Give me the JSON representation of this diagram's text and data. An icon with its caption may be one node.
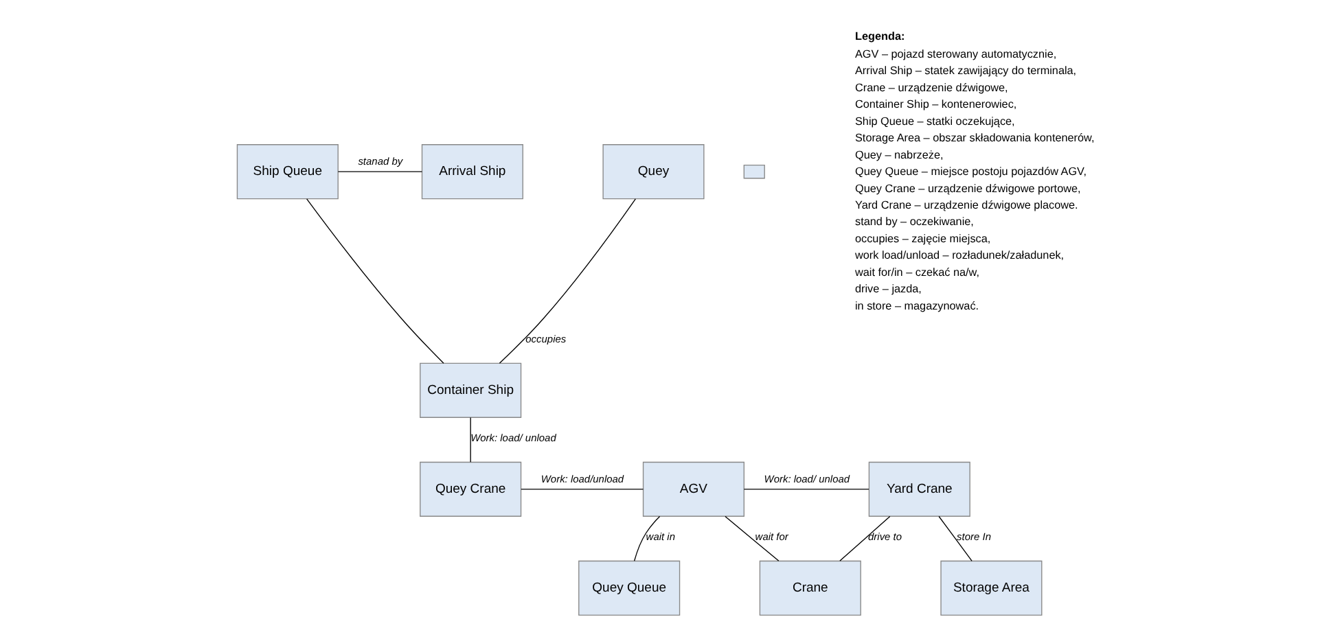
{
  "diagram": {
    "nodes": [
      {
        "text": [
          "Ship Queue"
        ]
      },
      {
        "text": [
          "Arrival Ship"
        ]
      },
      {
        "text": [
          "Quey"
        ]
      },
      {
        "text": [
          "Container Ship"
        ]
      },
      {
        "text": [
          "Quey Crane"
        ]
      },
      {
        "text": [
          "AGV"
        ]
      },
      {
        "text": [
          "Yard Crane"
        ]
      },
      {
        "text": [
          "Quey Queue"
        ]
      },
      {
        "text": [
          "Crane"
        ]
      },
      {
        "text": [
          "Storage Area"
        ]
      },
      {
        "text": [],
        "shape": "box"
      }
    ],
    "edges": [
      {
        "from": 1,
        "to": 0,
        "arrow": "none",
        "label": "stanad by"
      },
      {
        "from": 0,
        "to": 3,
        "arrow": "none"
      },
      {
        "from": 3,
        "to": 2,
        "arrow": "none",
        "label": "occupies"
      },
      {
        "from": 4,
        "to": 3,
        "arrow": "none",
        "label": "Work: load/ unload"
      },
      {
        "from": 4,
        "to": 5,
        "arrow": "none",
        "label": "Work: load/unload"
      },
      {
        "from": 6,
        "to": 5,
        "arrow": "none",
        "label": "Work: load/ unload"
      },
      {
        "from": 5,
        "to": 8,
        "arrow": "none",
        "label": "wait for"
      },
      {
        "from": 8,
        "to": 6,
        "arrow": "none",
        "label": "drive to"
      },
      {
        "from": 6,
        "to": 9,
        "arrow": "none",
        "label": "store In"
      },
      {
        "from": 5,
        "to": 7,
        "arrow": "none",
        "label": "wait in"
      }
    ],
    "labels": [
      "Legenda:",
      "AGV – pojazd sterowany automatycznie,",
      "Arrival Ship – statek zawijający do terminala,",
      "Crane – urządzenie dźwigowe,",
      "Container Ship – kontenerowiec,",
      "Ship Queue – statki oczekujące,",
      "Storage Area – obszar składowania kontenerów,",
      "Quey – nabrzeże,",
      "Quey Queue – miejsce postoju pojazdów AGV,",
      "Quey Crane – urządzenie dźwigowe portowe,",
      "Yard Crane – urządzenie dźwigowe placowe.",
      "stand by – oczekiwanie,",
      "occupies – zajęcie miejsca,",
      "work load/unload – rozładunek/załadunek,",
      "wait for/in – czekać na/w,",
      "drive – jazda,",
      "in store – magazynować."
    ]
  }
}
